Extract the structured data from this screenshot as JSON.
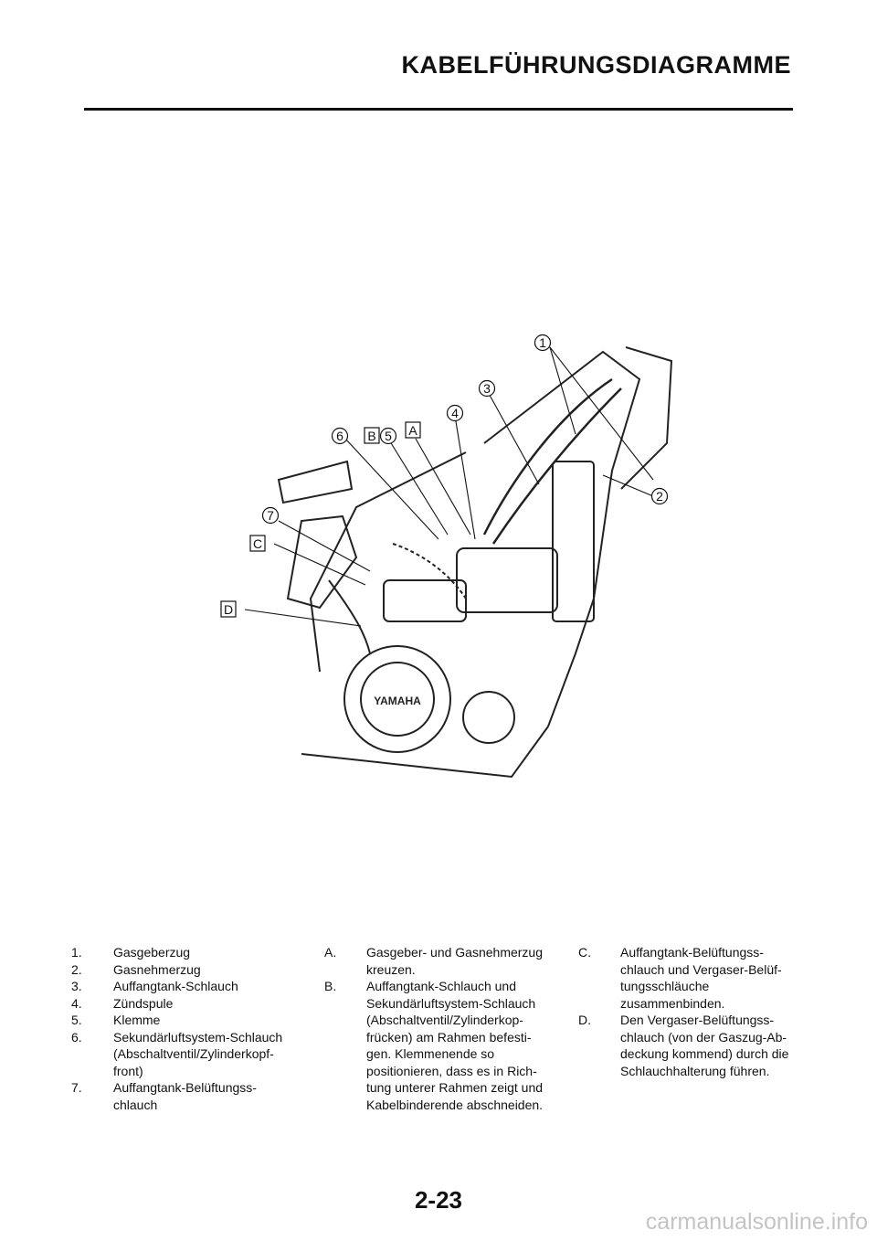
{
  "header": {
    "title": "KABELFÜHRUNGSDIAGRAMME"
  },
  "diagram": {
    "callouts": [
      "1",
      "2",
      "3",
      "4",
      "5",
      "6",
      "7"
    ],
    "letters": [
      "A",
      "B",
      "C",
      "D"
    ],
    "brand": "YAMAHA"
  },
  "legend": {
    "numbered": [
      {
        "key": "1.",
        "text": "Gasgeberzug"
      },
      {
        "key": "2.",
        "text": "Gasnehmerzug"
      },
      {
        "key": "3.",
        "text": "Auffangtank-Schlauch"
      },
      {
        "key": "4.",
        "text": "Zündspule"
      },
      {
        "key": "5.",
        "text": "Klemme"
      },
      {
        "key": "6.",
        "text": "Sekundärluftsystem-Schlauch\n(Abschaltventil/Zylinderkopf-\nfront)"
      },
      {
        "key": "7.",
        "text": "Auffangtank-Belüftungss-\nchlauch"
      }
    ],
    "lettered_ab": [
      {
        "key": "A.",
        "text": "Gasgeber- und Gasnehmerzug\nkreuzen."
      },
      {
        "key": "B.",
        "text": "Auffangtank-Schlauch und\nSekundärluftsystem-Schlauch\n(Abschaltventil/Zylinderkop-\nfrücken) am Rahmen befesti-\ngen. Klemmenende so\npositionieren, dass es in Rich-\ntung unterer Rahmen zeigt und\nKabelbinderende abschneiden."
      }
    ],
    "lettered_cd": [
      {
        "key": "C.",
        "text": "Auffangtank-Belüftungss-\nchlauch und Vergaser-Belüf-\ntungsschläuche\nzusammenbinden."
      },
      {
        "key": "D.",
        "text": "Den Vergaser-Belüftungss-\nchlauch (von der Gaszug-Ab-\ndeckung kommend) durch die\nSchlauchhalterung führen."
      }
    ]
  },
  "footer": {
    "page_number": "2-23",
    "watermark": "carmanualsonline.info"
  }
}
